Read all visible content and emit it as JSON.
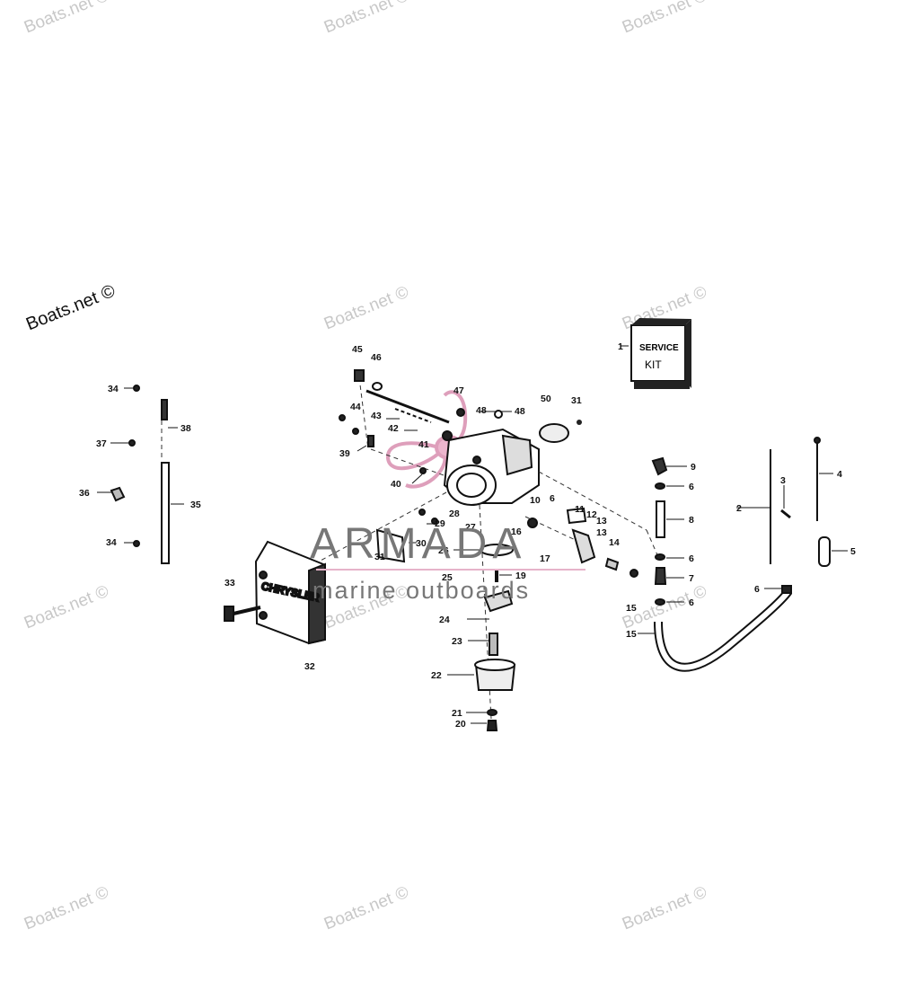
{
  "watermarks": {
    "bold": "Boats.net ©",
    "faint": "Boats.net ©"
  },
  "brand": {
    "name": "ARMADA",
    "tagline": "marine outboards",
    "accent_color": "#d98fb0"
  },
  "kit_box": {
    "line1": "SERVICE",
    "line2": "KIT"
  },
  "cover_label": "CHRYSLER",
  "part_numbers": [
    "1",
    "2",
    "3",
    "4",
    "5",
    "6",
    "6",
    "6",
    "6",
    "6",
    "7",
    "8",
    "9",
    "10",
    "11",
    "12",
    "13",
    "13",
    "14",
    "15",
    "15",
    "16",
    "17",
    "19",
    "20",
    "21",
    "22",
    "23",
    "24",
    "25",
    "26",
    "27",
    "28",
    "29",
    "30",
    "31",
    "31",
    "32",
    "33",
    "34",
    "34",
    "35",
    "36",
    "37",
    "38",
    "39",
    "40",
    "41",
    "42",
    "43",
    "44",
    "45",
    "46",
    "47",
    "48",
    "48",
    "50"
  ]
}
